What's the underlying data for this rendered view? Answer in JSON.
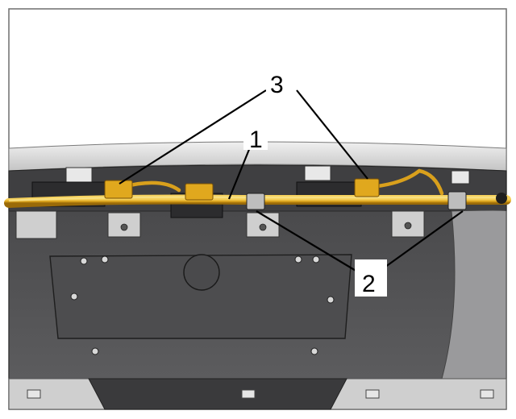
{
  "figure": {
    "callouts": [
      "1",
      "2",
      "3"
    ]
  },
  "colors": {
    "harness": "#e0a81e",
    "harness_dark": "#b07a0a",
    "panel": "#555557",
    "bumper": "#d9d9d9",
    "frame": "#6e6e6e"
  }
}
